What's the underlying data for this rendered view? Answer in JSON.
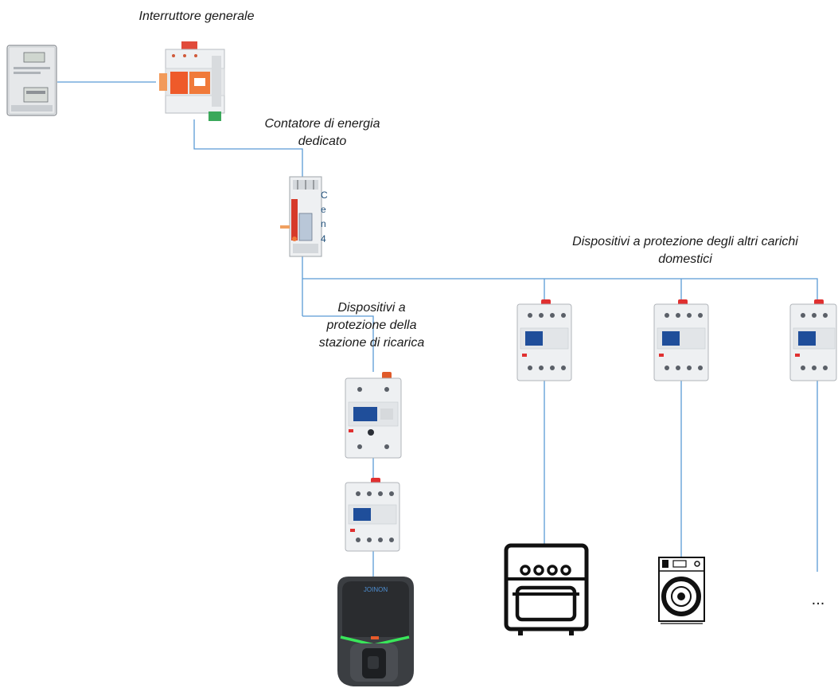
{
  "labels": {
    "main_switch": "Interruttore generale",
    "energy_meter_line1": "Contatore di energia",
    "energy_meter_line2": "dedicato",
    "other_loads_line1": "Dispositivi a protezione degli altri carichi",
    "other_loads_line2": "domestici",
    "charging_line1": "Dispositivi a",
    "charging_line2": "protezione della",
    "charging_line3": "stazione di ricarica",
    "ellipsis": "...",
    "charger_brand": "JOINON"
  },
  "cut_off_chars": [
    "C",
    "e",
    "n",
    "4"
  ],
  "icons": {
    "utility_meter": "utility-meter-icon",
    "main_switch": "main-switch-icon",
    "energy_meter": "din-energy-meter-icon",
    "breaker": "circuit-breaker-icon",
    "rcd": "residual-current-device-icon",
    "charger": "ev-wallbox-icon",
    "oven": "oven-icon",
    "washing_machine": "washing-machine-icon"
  },
  "colors": {
    "wire": "#5b9bd5",
    "accent_orange": "#f05a28",
    "breaker_red": "#e03030",
    "breaker_blue": "#1f4e9a",
    "charger_green": "#39e65a"
  }
}
